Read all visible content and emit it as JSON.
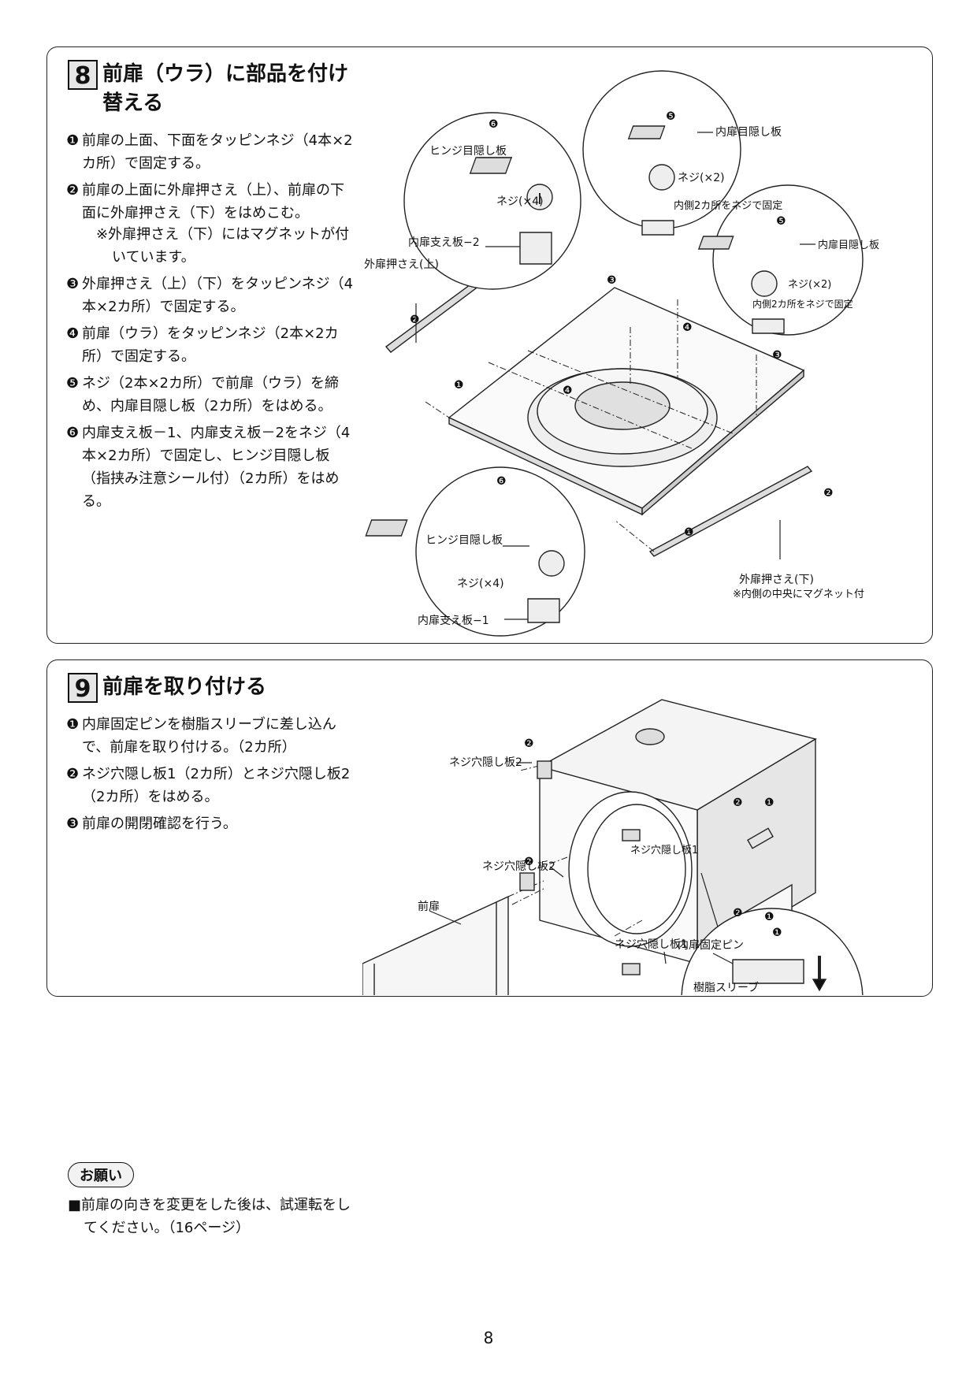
{
  "section8": {
    "number": "8",
    "title": "前扉（ウラ）に部品を付け替える",
    "steps": [
      {
        "marker": "❶",
        "text": "前扉の上面、下面をタッピンネジ（4本×2カ所）で固定する。"
      },
      {
        "marker": "❷",
        "text": "前扉の上面に外扉押さえ（上）、前扉の下面に外扉押さえ（下）をはめこむ。"
      },
      {
        "marker": "❸",
        "text": "外扉押さえ（上）（下）をタッピンネジ（4本×2カ所）で固定する。"
      },
      {
        "marker": "❹",
        "text": "前扉（ウラ）をタッピンネジ（2本×2カ所）で固定する。"
      },
      {
        "marker": "❺",
        "text": "ネジ（2本×2カ所）で前扉（ウラ）を締め、内扉目隠し板（2カ所）をはめる。"
      },
      {
        "marker": "❻",
        "text": "内扉支え板－1、内扉支え板－2をネジ（4本×2カ所）で固定し、ヒンジ目隠し板（指挟み注意シール付）（2カ所）をはめる。"
      }
    ],
    "note": "※外扉押さえ（下）にはマグネットが付いています。",
    "figure": {
      "callout_top_left": {
        "number": "❻",
        "label_hinge": "ヒンジ目隠し板",
        "label_screw": "ネジ(×4)",
        "label_plate": "内扉支え板−2"
      },
      "callout_top_mid": {
        "number": "❺",
        "label_cover": "内扉目隠し板",
        "label_screw": "ネジ(×2)",
        "label_fix": "内側2カ所をネジで固定"
      },
      "callout_right": {
        "number": "❺",
        "label_cover": "内扉目隠し板",
        "label_screw": "ネジ(×2)",
        "label_fix": "内側2カ所をネジで固定"
      },
      "callout_bottom": {
        "number": "❻",
        "label_hinge": "ヒンジ目隠し板",
        "label_screw": "ネジ(×4)",
        "label_plate": "内扉支え板−1"
      },
      "label_upper_retainer": "外扉押さえ(上)",
      "label_lower_retainer": "外扉押さえ(下)",
      "label_magnet": "※内側の中央にマグネット付",
      "markers": [
        "❶",
        "❷",
        "❸",
        "❹"
      ]
    }
  },
  "section9": {
    "number": "9",
    "title": "前扉を取り付ける",
    "steps": [
      {
        "marker": "❶",
        "text": "内扉固定ピンを樹脂スリーブに差し込んで、前扉を取り付ける。（2カ所）"
      },
      {
        "marker": "❷",
        "text": "ネジ穴隠し板1（2カ所）とネジ穴隠し板2（2カ所）をはめる。"
      },
      {
        "marker": "❸",
        "text": "前扉の開閉確認を行う。"
      }
    ],
    "request_badge": "お願い",
    "request_text": "■前扉の向きを変更をした後は、試運転をしてください。（16ページ）",
    "figure": {
      "label_cover2_top": "ネジ穴隠し板2",
      "label_cover2_mid": "ネジ穴隠し板2",
      "label_front_door": "前扉",
      "label_cover1_bottom": "ネジ穴隠し板1",
      "label_cover1_inner": "ネジ穴隠し板1",
      "label_pin": "内扉固定ピン",
      "label_sleeve": "樹脂スリーブ",
      "marker_1": "❶",
      "marker_2": "❷"
    }
  },
  "page_number": "8"
}
